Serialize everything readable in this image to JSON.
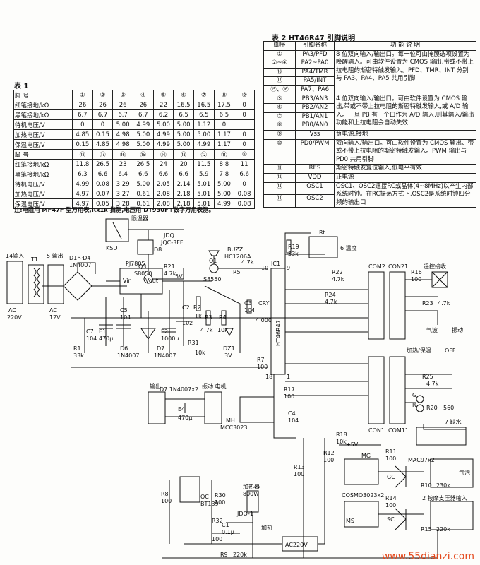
{
  "table1": {
    "title": "表 1",
    "header_row1_label": "脚 号",
    "pins_row1": [
      "①",
      "②",
      "③",
      "④",
      "⑤",
      "⑥",
      "⑦",
      "⑧",
      "⑨"
    ],
    "rows1": [
      {
        "label": "红笔接地/kΩ",
        "values": [
          "26",
          "26",
          "26",
          "26",
          "22",
          "16.5",
          "16.5",
          "17.5",
          "0"
        ]
      },
      {
        "label": "黑笔接地/kΩ",
        "values": [
          "6.7",
          "6.7",
          "6.7",
          "6.7",
          "6.2",
          "6.5",
          "6.5",
          "6.5",
          "0"
        ]
      },
      {
        "label": "待机电压/V",
        "values": [
          "0",
          "0",
          "5.00",
          "4.99",
          "5.00",
          "5.00",
          "1.12",
          "0",
          ""
        ]
      },
      {
        "label": "加热电压/V",
        "values": [
          "4.85",
          "0.15",
          "4.98",
          "5.00",
          "4.99",
          "5.00",
          "5.00",
          "1.17",
          "0"
        ]
      },
      {
        "label": "保温电压/V",
        "values": [
          "0.15",
          "4.85",
          "4.98",
          "5.00",
          "4.99",
          "5.00",
          "4.99",
          "1.17",
          "0"
        ]
      }
    ],
    "header_row2_label": "脚 号",
    "pins_row2": [
      "⑱",
      "⑰",
      "⑯",
      "⑮",
      "⑭",
      "⑬",
      "⑫",
      "⑪",
      "⑩"
    ],
    "rows2": [
      {
        "label": "红笔接地/kΩ",
        "values": [
          "11.8",
          "26.5",
          "23",
          "26.5",
          "24",
          "20",
          "11.5",
          "8.8",
          "11"
        ]
      },
      {
        "label": "黑笔接地/kΩ",
        "values": [
          "6.3",
          "6.6",
          "6.4",
          "6.6",
          "6.6",
          "6.6",
          "5.9",
          "7.8",
          "6.6"
        ]
      },
      {
        "label": "待机电压/V",
        "values": [
          "4.99",
          "0.08",
          "3.29",
          "5.00",
          "2.05",
          "2.14",
          "5.01",
          "5.00",
          "0"
        ]
      },
      {
        "label": "加热电压/V",
        "values": [
          "4.97",
          "0.07",
          "3.27",
          "0.61",
          "2.08",
          "2.18",
          "5.01",
          "5.00",
          "0.08"
        ]
      },
      {
        "label": "保温电压/V",
        "values": [
          "4.97",
          "0.05",
          "3.28",
          "0.61",
          "2.08",
          "2.18",
          "5.01",
          "4.99",
          "0.08"
        ]
      }
    ],
    "note": "注:电阻用 MF47F 型万用表,Rx1k 挡测,电压用 DT930F+数字万用表测。"
  },
  "table2": {
    "title": "表 2  HT46R47 引脚说明",
    "headers": [
      "脚序",
      "引脚名称",
      "功 能 说 明"
    ],
    "rows": [
      {
        "pins": "①",
        "name": "PA3/PFD",
        "desc": "8 位双向输入/输出口。每一位可由掩膜选项设置为唤醒输入。可由软件设置为 CMOS 输出,带或不带上拉电阻的斯密特触发输入。PFD、TMR、INT 分别与 PA3、PA4、PA5 共用引脚"
      },
      {
        "pins": "②~④",
        "name": "PA2~PA0",
        "desc": ""
      },
      {
        "pins": "⑱",
        "name": "PA4/TMR",
        "desc": ""
      },
      {
        "pins": "⑰",
        "name": "PA5/INT",
        "desc": ""
      },
      {
        "pins": "⑮、⑯",
        "name": "PA7、PA6",
        "desc": ""
      },
      {
        "pins": "⑤",
        "name": "PB3/AN3",
        "desc": "4 位双向输入/输出口。可由软件设置为 CMOS 输出,带或不带上拉电阻的斯密特触发输入,或 A/D 输入。一旦 PB 有一个口作为 A/D 输入,则其输入/输出功能和上拉电阻会自动失效"
      },
      {
        "pins": "⑥",
        "name": "PB2/AN2",
        "desc": ""
      },
      {
        "pins": "⑦",
        "name": "PB1/AN1",
        "desc": ""
      },
      {
        "pins": "⑧",
        "name": "PB0/AN0",
        "desc": ""
      },
      {
        "pins": "⑨",
        "name": "Vss",
        "desc": "负电源,接地"
      },
      {
        "pins": "⑩",
        "name": "PD0/PWM",
        "desc": "双向输入/输出口。可由软件设置为 CMOS 输出、带或不带上拉电阻的斯密特触发输入。PWM 输出与 PD0 共用引脚"
      },
      {
        "pins": "⑪",
        "name": "RES",
        "desc": "斯密特触发复位输入,低电平有效"
      },
      {
        "pins": "⑫",
        "name": "VDD",
        "desc": "正电源"
      },
      {
        "pins": "⑬",
        "name": "OSC1",
        "desc": "OSC1、OSC2连接RC或晶体(4~8MHz)以产生内部系统时钟。在RC振荡方式下,OSC2是系统时钟四分频的输出口"
      },
      {
        "pins": "⑭",
        "name": "OSC2",
        "desc": ""
      }
    ]
  },
  "schematic": {
    "labels": {
      "in14": "14输入",
      "ac220": "AC",
      "ac220v": "220V",
      "t1": "T1",
      "out5": "5 输出",
      "ac12": "AC",
      "ac12v": "12V",
      "d1d4": "D1～D4",
      "in4007": "1N4007",
      "pj7805": "PJ7805",
      "vin": "Vin",
      "vout": "Vout",
      "v5": "5V",
      "tempctl": "限温器",
      "jdq": "JDQ",
      "jqc": "JQC-3FF",
      "ksd": "KSD",
      "d8": "D8",
      "q3": "Q3",
      "s8050": "S8050",
      "r21": "R21",
      "r21v": "4.7k",
      "buzz": "BUZZ",
      "hc1206a": "HC1206A",
      "q1": "Q1",
      "s8550": "S8550",
      "r5": "R5",
      "r5v": "4.7k",
      "r19": "R19",
      "r19v": "33k",
      "rt": "Rt",
      "temp6": "6 温度",
      "ic1": "IC1",
      "ht46r47": "HT46R47",
      "cry": "CRY",
      "cryv": "4.000",
      "r1": "R1",
      "r1v": "33k",
      "c7": "C7",
      "c7v": "104",
      "e1": "E1",
      "e1v": "470μ",
      "c5": "C5",
      "c5v": "104",
      "d6": "D6",
      "d6v": "1N4007",
      "d7": "D7",
      "d7v": "1N4007",
      "e2": "E2",
      "e2v": "1000μ",
      "c2": "C2",
      "c2v": "102",
      "r2": "R2",
      "r2v": "1k",
      "r3": "R3",
      "r3v": "4.7k",
      "r4": "R4",
      "r4v": "10k",
      "c3": "C3",
      "c3v": "104",
      "r31": "R31",
      "r31v": "10k",
      "dz1": "DZ1",
      "dz1v": "3V",
      "r7": "R7",
      "r7v": "100",
      "r17": "R17",
      "r17v": "100",
      "r22": "R22",
      "r22v": "4.7k",
      "r24": "R24",
      "r24v": "4.7k",
      "com2": "COM2",
      "con21": "CON21",
      "con1": "CON1",
      "com11": "COM11",
      "r16": "R16",
      "r16v": "100",
      "remote": "遥控接收",
      "r23": "R23",
      "r23v": "4.7k",
      "airwave": "气波",
      "vibrate": "振动",
      "heatkeep": "加热/保温",
      "off": "OFF",
      "r25": "R25",
      "r25v": "4.7k",
      "g": "G",
      "r": "R",
      "r20": "R20",
      "r20v": "560",
      "lackwater": "7 缺水",
      "output": "输出",
      "d7x2": "D7  1N4007x2",
      "vibmotor": "振动 电机",
      "e4": "E4",
      "e4v": "470μ",
      "mh": "MH",
      "mcc3023": "MCC3023",
      "c4": "C4",
      "c4v": "104",
      "r18": "R18",
      "r18v": "10k",
      "plus5v": "+5V",
      "r12": "R12",
      "r12v": "100",
      "r13": "R13",
      "r13v": "100",
      "mg": "MG",
      "r11": "R11",
      "r11v": "100",
      "mac97": "MAC97x2",
      "gc": "GC",
      "bubble": "气泡",
      "r10": "R10",
      "r10v": "230k",
      "cos": "COSMO3023x2",
      "r14": "R14",
      "r14v": "100",
      "ms": "MS",
      "sc": "SC",
      "pump": "2 按摩支压器输入",
      "r15": "R15",
      "r15v": "220k",
      "heater": "加热器",
      "heaterv": "800W",
      "r8": "R8",
      "r8v": "100",
      "oc": "OC",
      "bt139": "BT139",
      "r30": "R30",
      "r30v": "100",
      "jdq1": "JDQ-1",
      "c1": "C1",
      "c1v": "0.1μ",
      "r32": "R32",
      "r32v": "100",
      "heat": "加热",
      "r9": "R9",
      "r9v": "220k",
      "ac220bottom": "AC220V",
      "p10": "10",
      "p9": "9",
      "p18": "18",
      "p1": "1"
    }
  },
  "watermark": "www.55dianzi.com"
}
